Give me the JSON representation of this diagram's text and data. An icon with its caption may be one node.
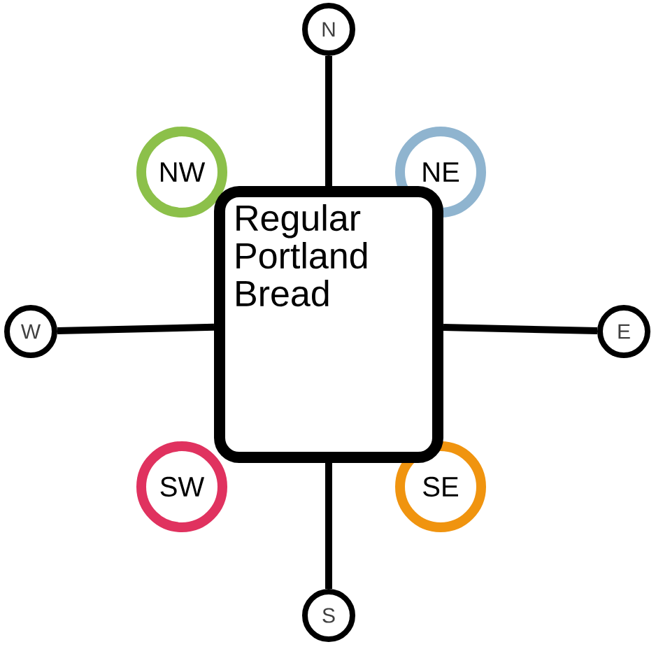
{
  "diagram": {
    "nodes": [
      {
        "text": [
          "N"
        ]
      },
      {
        "text": [
          "NW"
        ]
      },
      {
        "text": [
          "NE"
        ]
      },
      {
        "text": [
          "Regular Portland Bread"
        ]
      },
      {
        "text": [
          "W"
        ]
      },
      {
        "text": [
          "E"
        ]
      },
      {
        "text": [
          "SW"
        ]
      },
      {
        "text": [
          "SE"
        ]
      },
      {
        "text": [
          "S"
        ]
      }
    ],
    "edges": [
      {
        "from": 3,
        "to": 0,
        "arrow": "none"
      },
      {
        "from": 3,
        "to": 4,
        "arrow": "none"
      },
      {
        "from": 3,
        "to": 5,
        "arrow": "none"
      },
      {
        "from": 3,
        "to": 8,
        "arrow": "none"
      }
    ]
  }
}
